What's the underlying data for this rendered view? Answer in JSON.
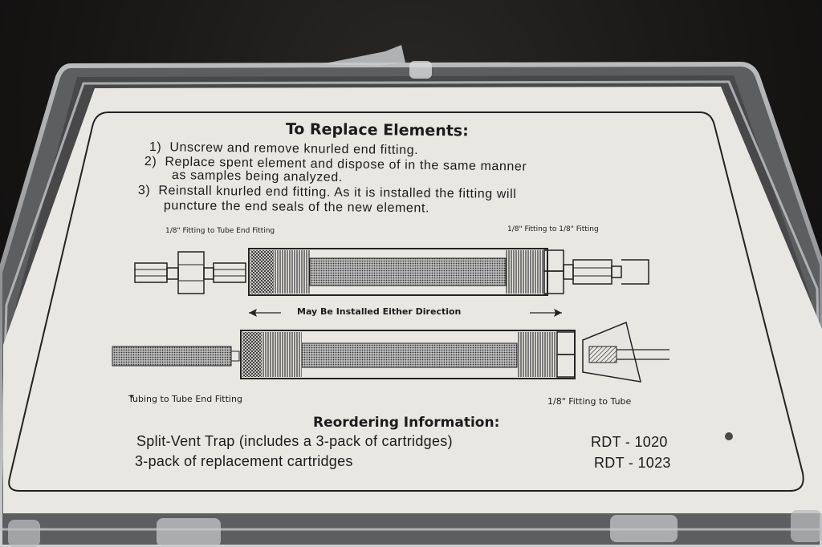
{
  "card": {
    "title": "To Replace Elements:",
    "steps": [
      {
        "num": "1)",
        "text": "Unscrew and remove knurled end fitting."
      },
      {
        "num": "2)",
        "text": "Replace spent element and dispose of in the same manner",
        "cont": "as samples being analyzed."
      },
      {
        "num": "3)",
        "text": "Reinstall knurled end fitting. As it is installed the fitting will",
        "cont": "puncture the end seals of the new element."
      }
    ],
    "diagram": {
      "top_left_label": "1/8\" Fitting to Tube End Fitting",
      "top_right_label": "1/8\" Fitting to 1/8\" Fitting",
      "direction_label": "May Be Installed Either Direction",
      "bottom_left_label": "Tubing to Tube End Fitting",
      "bottom_right_label": "1/8\" Fitting to Tube"
    },
    "reorder": {
      "title": "Reordering Information:",
      "items": [
        {
          "desc": "Split-Vent Trap (includes a 3-pack of cartridges)",
          "part": "RDT - 1020"
        },
        {
          "desc": "3-pack of replacement cartridges",
          "part": "RDT - 1023"
        }
      ]
    }
  },
  "colors": {
    "background": "#161514",
    "paper": "#ecebe7",
    "ink": "#1c1c1c",
    "case_edge": "#9a9c9e"
  }
}
